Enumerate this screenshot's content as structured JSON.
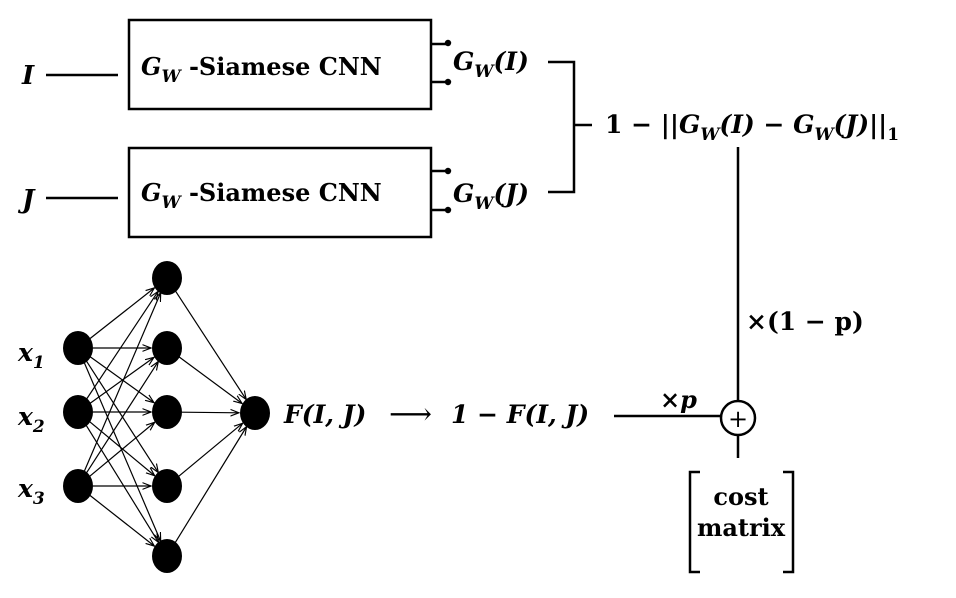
{
  "inputs": {
    "I": "I",
    "J": "J"
  },
  "cnn_box_top": {
    "g": "G",
    "sub": "W",
    "rest": " -Siamese CNN"
  },
  "cnn_box_bottom": {
    "g": "G",
    "sub": "W",
    "rest": " -Siamese CNN"
  },
  "output_top": {
    "g": "G",
    "sub": "W",
    "arg": "(I)"
  },
  "output_bottom": {
    "g": "G",
    "sub": "W",
    "arg": "(J)"
  },
  "similarity": {
    "prefix": "1 − ||",
    "g1": "G",
    "sub1": "W",
    "arg1": "(I)",
    "minus": " − ",
    "g2": "G",
    "sub2": "W",
    "arg2": "(J)",
    "suffix": "||",
    "norm_sub": "1"
  },
  "weight_vertical": "×(1 − p)",
  "weight_horizontal": "×p",
  "network_inputs": [
    {
      "base": "x",
      "sub": "1"
    },
    {
      "base": "x",
      "sub": "2"
    },
    {
      "base": "x",
      "sub": "3"
    }
  ],
  "mlp_output": "F(I, J)",
  "arrow_symbol": "⟶",
  "inverted": "1 − F(I, J)",
  "sum_symbol": "+",
  "cost_matrix": {
    "line1": "cost",
    "line2": "matrix"
  }
}
